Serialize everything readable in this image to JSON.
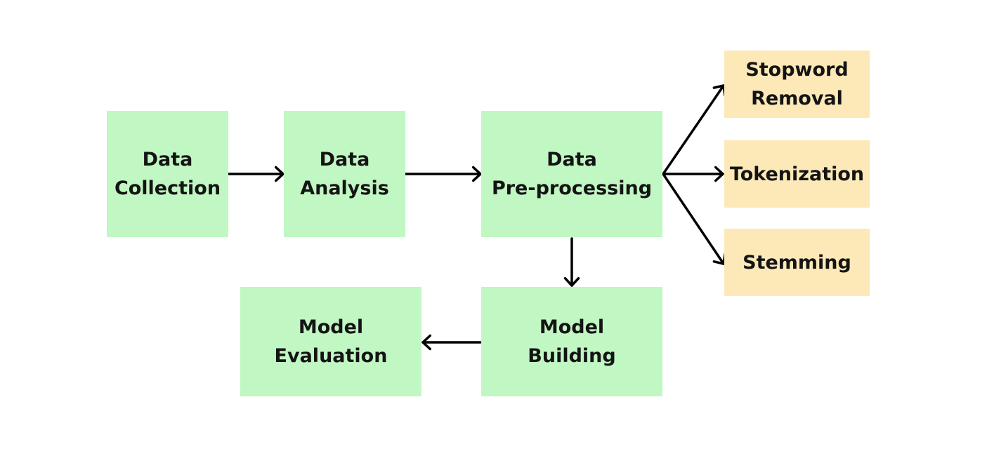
{
  "colors": {
    "background": "#ffffff",
    "process_fill": "#c1f7c3",
    "subtask_fill": "#fde9b8",
    "text": "#141414",
    "arrow": "#000000"
  },
  "nodes": {
    "data_collection": {
      "lines": [
        "Data",
        "Collection"
      ]
    },
    "data_analysis": {
      "lines": [
        "Data",
        "Analysis"
      ]
    },
    "data_preprocessing": {
      "lines": [
        "Data",
        "Pre-processing"
      ]
    },
    "stopword_removal": {
      "lines": [
        "Stopword",
        "Removal"
      ]
    },
    "tokenization": {
      "lines": [
        "Tokenization"
      ]
    },
    "stemming": {
      "lines": [
        "Stemming"
      ]
    },
    "model_building": {
      "lines": [
        "Model",
        "Building"
      ]
    },
    "model_evaluation": {
      "lines": [
        "Model",
        "Evaluation"
      ]
    }
  },
  "edges": [
    {
      "from": "data_collection",
      "to": "data_analysis"
    },
    {
      "from": "data_analysis",
      "to": "data_preprocessing"
    },
    {
      "from": "data_preprocessing",
      "to": "stopword_removal"
    },
    {
      "from": "data_preprocessing",
      "to": "tokenization"
    },
    {
      "from": "data_preprocessing",
      "to": "stemming"
    },
    {
      "from": "data_preprocessing",
      "to": "model_building"
    },
    {
      "from": "model_building",
      "to": "model_evaluation"
    }
  ]
}
